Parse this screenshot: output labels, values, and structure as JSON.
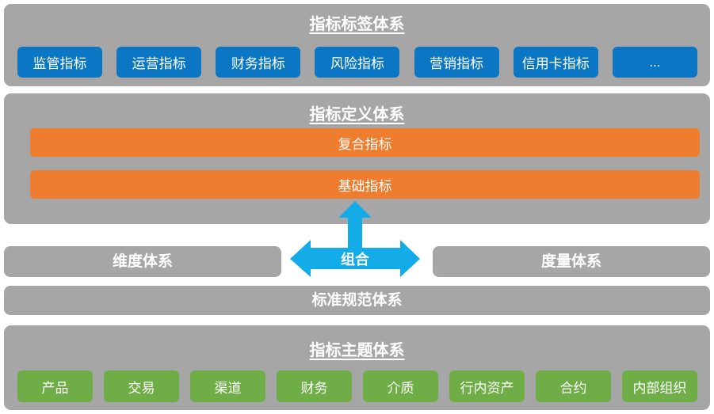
{
  "colors": {
    "gray": "#A6A6A6",
    "blue": "#0B77C4",
    "orange": "#EE7D2F",
    "green": "#6FAE46",
    "arrow_blue": "#13ACE8"
  },
  "sections": {
    "tag_system": {
      "title": "指标标签体系",
      "items": [
        "监管指标",
        "运营指标",
        "财务指标",
        "风险指标",
        "营销指标",
        "信用卡指标",
        "..."
      ]
    },
    "definition_system": {
      "title": "指标定义体系",
      "layers": [
        "复合指标",
        "基础指标"
      ]
    },
    "combine_arrow": {
      "label": "组合"
    },
    "dimension_system": {
      "title": "维度体系"
    },
    "measure_system": {
      "title": "度量体系"
    },
    "standard_system": {
      "title": "标准规范体系"
    },
    "theme_system": {
      "title": "指标主题体系",
      "items": [
        "产品",
        "交易",
        "渠道",
        "财务",
        "介质",
        "行内资产",
        "合约",
        "内部组织"
      ]
    }
  }
}
